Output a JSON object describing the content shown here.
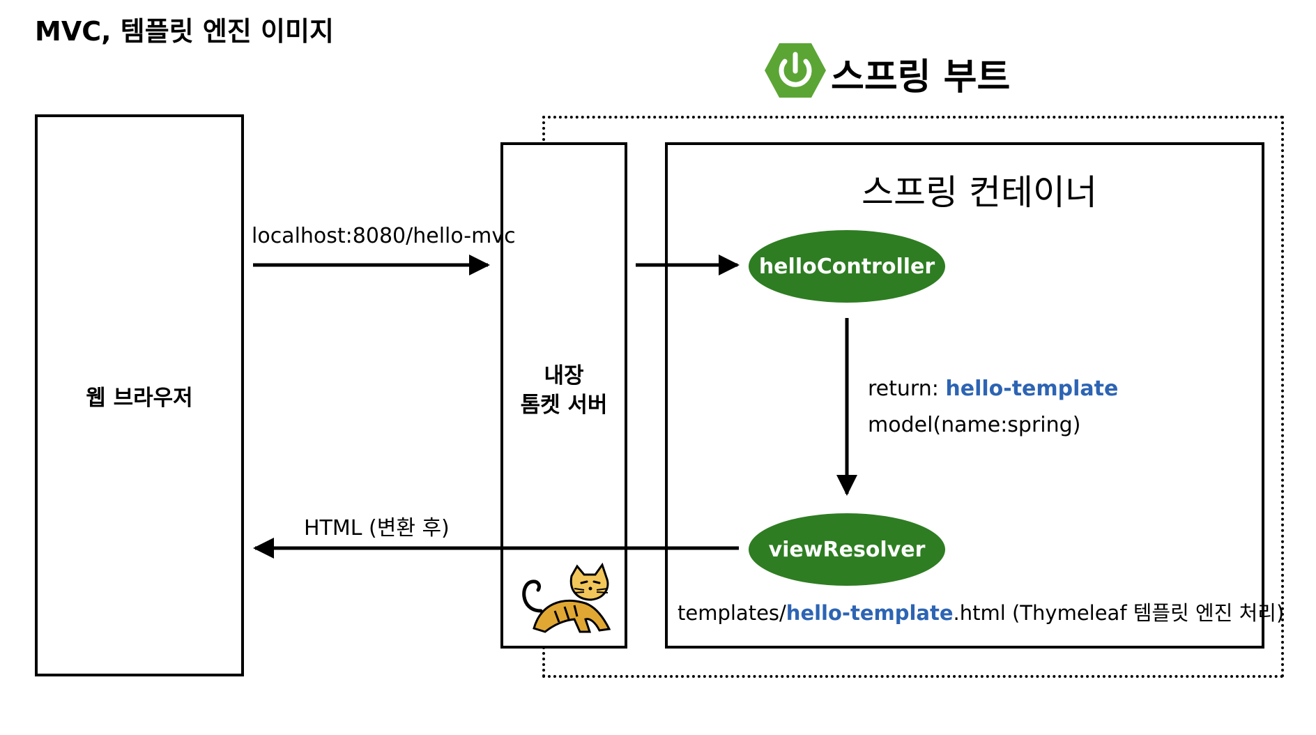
{
  "title": "MVC, 템플릿 엔진 이미지",
  "spring_boot": {
    "label": "스프링 부트",
    "logo_icon": "spring-boot-power-icon",
    "logo_color": "#5ba535"
  },
  "browser": {
    "label": "웹 브라우저"
  },
  "tomcat": {
    "line1": "내장",
    "line2": "톰켓 서버",
    "logo_icon": "tomcat-cat-icon"
  },
  "container": {
    "title": "스프링 컨테이너"
  },
  "nodes": {
    "controller": "helloController",
    "view_resolver": "viewResolver",
    "node_color": "#2e7d22"
  },
  "edges": {
    "request_url": "localhost:8080/hello-mvc",
    "response": "HTML (변환 후)",
    "return_prefix": "return: ",
    "return_value": "hello-template",
    "model": "model(name:spring)"
  },
  "template_note": {
    "prefix": "templates/",
    "highlight": "hello-template",
    "suffix": ".html (Thymeleaf 템플릿 엔진 처리)"
  },
  "accent_color": "#2d64b3"
}
